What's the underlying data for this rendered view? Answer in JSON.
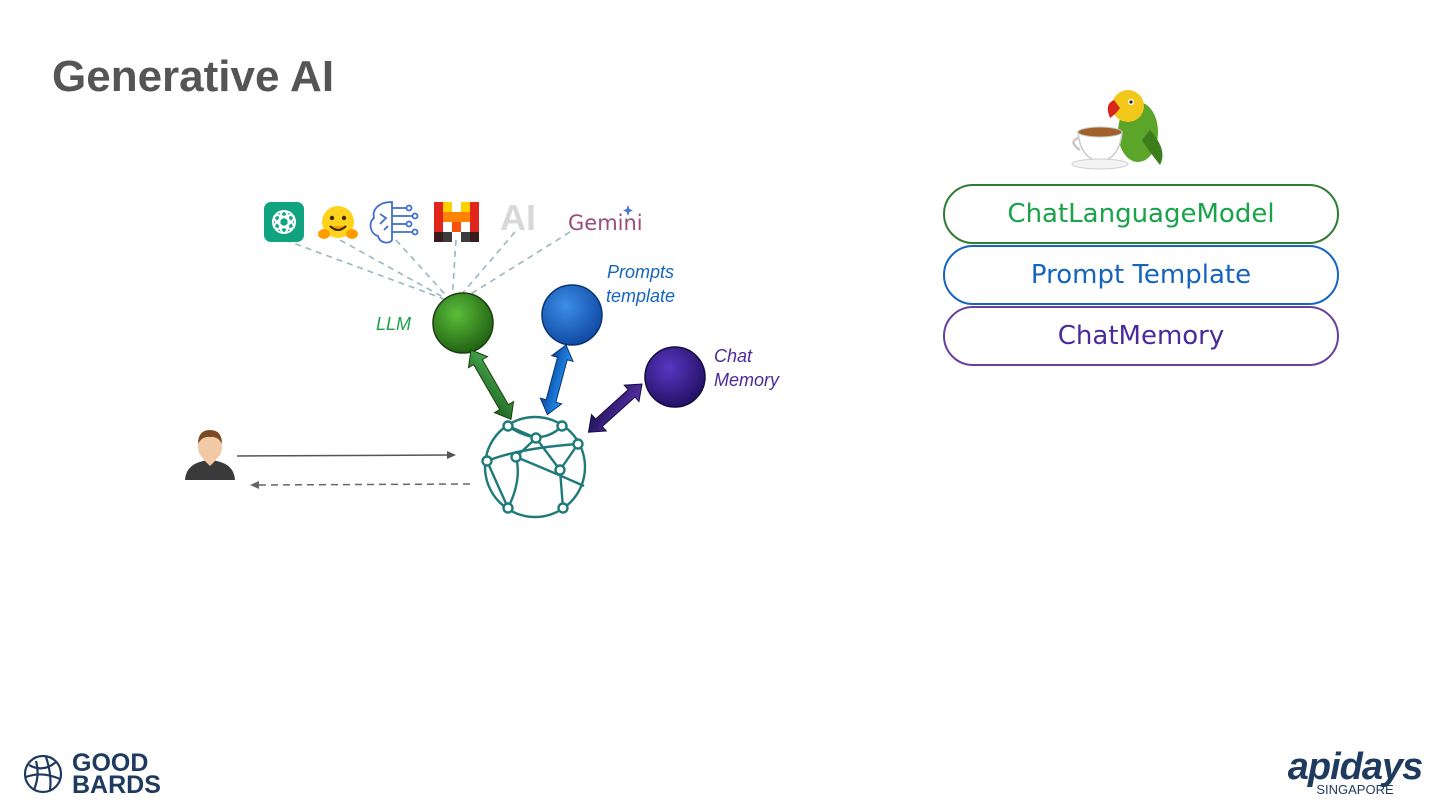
{
  "slide": {
    "title": "Generative AI"
  },
  "diagram": {
    "llm_label": "LLM",
    "prompts_label_line1": "Prompts",
    "prompts_label_line2": "template",
    "memory_label_line1": "Chat",
    "memory_label_line2": "Memory",
    "provider_icons": [
      "openai-icon",
      "huggingface-icon",
      "ai-brain-icon",
      "mistral-icon",
      "anthropic-icon",
      "gemini-icon"
    ],
    "gemini_text": "Gemini",
    "anthropic_text": "AI",
    "colors": {
      "llm": "#2e7d1f",
      "prompts": "#1565c0",
      "memory": "#3b1f8c",
      "network": "#1f7a7a"
    }
  },
  "components": [
    {
      "label": "ChatLanguageModel",
      "color": "#2e7d32",
      "text_color": "#1aa34a"
    },
    {
      "label": "Prompt Template",
      "color": "#1565c0",
      "text_color": "#1565c0"
    },
    {
      "label": "ChatMemory",
      "color": "#6a3fa0",
      "text_color": "#4a2a9c"
    }
  ],
  "footer": {
    "left_logo_line1": "GOOD",
    "left_logo_line2": "BARDS",
    "right_logo_main": "apidays",
    "right_logo_sub": "SINGAPORE"
  }
}
